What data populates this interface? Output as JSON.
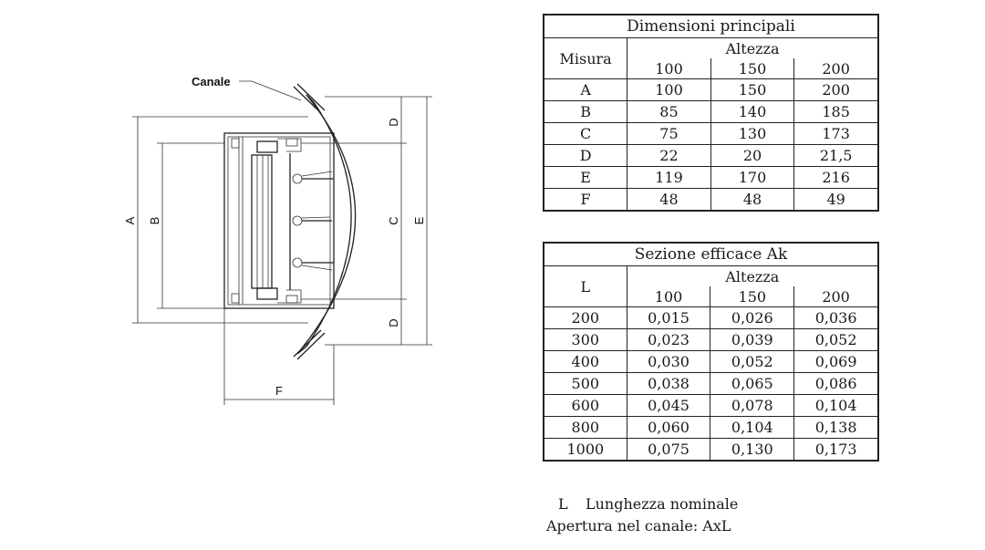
{
  "drawing": {
    "labels": {
      "canale": "Canale",
      "a": "A",
      "b": "B",
      "c": "C",
      "d_top": "D",
      "d_bottom": "D",
      "e": "E",
      "f": "F"
    }
  },
  "table_main": {
    "title": "Dimensioni principali",
    "row_header": "Misura",
    "group_header": "Altezza",
    "columns": [
      "100",
      "150",
      "200"
    ],
    "rows": [
      {
        "label": "A",
        "values": [
          "100",
          "150",
          "200"
        ]
      },
      {
        "label": "B",
        "values": [
          "85",
          "140",
          "185"
        ]
      },
      {
        "label": "C",
        "values": [
          "75",
          "130",
          "173"
        ]
      },
      {
        "label": "D",
        "values": [
          "22",
          "20",
          "21,5"
        ]
      },
      {
        "label": "E",
        "values": [
          "119",
          "170",
          "216"
        ]
      },
      {
        "label": "F",
        "values": [
          "48",
          "48",
          "49"
        ]
      }
    ]
  },
  "table_ak": {
    "title": "Sezione efficace Ak",
    "row_header": "L",
    "group_header": "Altezza",
    "columns": [
      "100",
      "150",
      "200"
    ],
    "rows": [
      {
        "label": "200",
        "values": [
          "0,015",
          "0,026",
          "0,036"
        ]
      },
      {
        "label": "300",
        "values": [
          "0,023",
          "0,039",
          "0,052"
        ]
      },
      {
        "label": "400",
        "values": [
          "0,030",
          "0,052",
          "0,069"
        ]
      },
      {
        "label": "500",
        "values": [
          "0,038",
          "0,065",
          "0,086"
        ]
      },
      {
        "label": "600",
        "values": [
          "0,045",
          "0,078",
          "0,104"
        ]
      },
      {
        "label": "800",
        "values": [
          "0,060",
          "0,104",
          "0,138"
        ]
      },
      {
        "label": "1000",
        "values": [
          "0,075",
          "0,130",
          "0,173"
        ]
      }
    ]
  },
  "notes": {
    "legend_symbol": "L",
    "legend_text": "Lunghezza nominale",
    "opening": "Apertura nel canale: AxL"
  }
}
